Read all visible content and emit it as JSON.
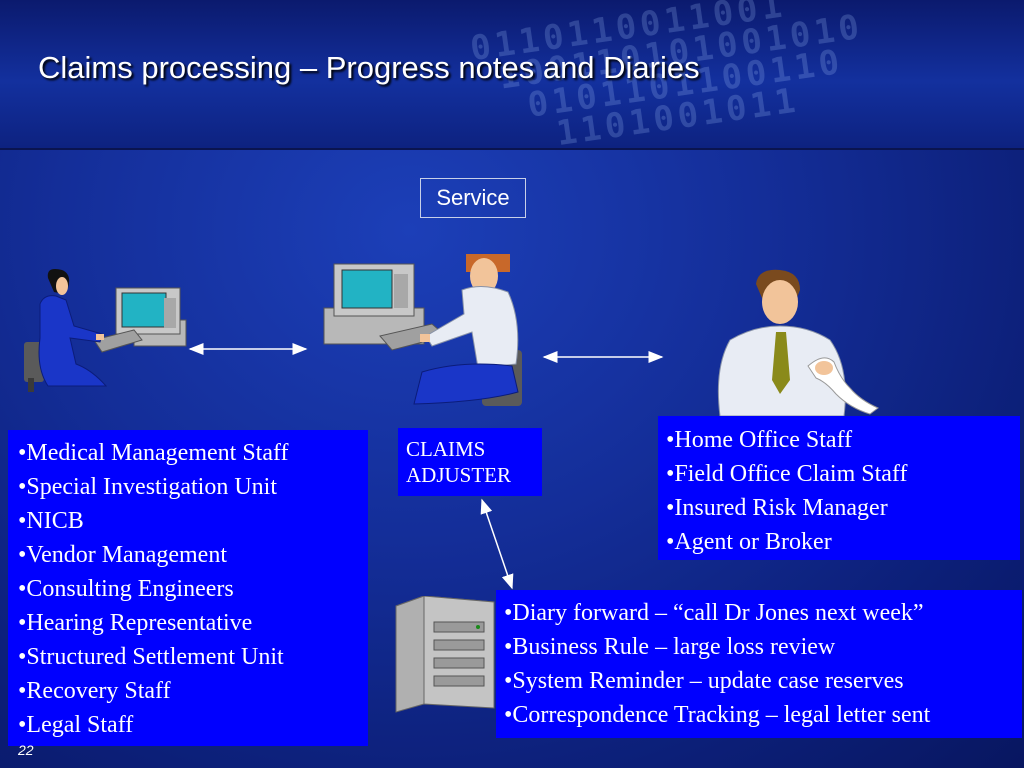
{
  "slide": {
    "title": "Claims processing – Progress notes and Diaries",
    "page_number": "22"
  },
  "service_label": "Service",
  "adjuster_label_line1": "CLAIMS",
  "adjuster_label_line2": "ADJUSTER",
  "left_list": [
    "•Medical Management Staff",
    "•Special Investigation Unit",
    "•NICB",
    "•Vendor Management",
    "•Consulting Engineers",
    "•Hearing Representative",
    "•Structured Settlement Unit",
    "•Recovery Staff",
    "•Legal Staff"
  ],
  "right_list": [
    "•Home Office Staff",
    "•Field Office Claim Staff",
    "•Insured Risk Manager",
    "•Agent or Broker"
  ],
  "bottom_list": [
    "•Diary forward – “call Dr Jones next week”",
    "•Business Rule – large loss review",
    "•System Reminder – update case reserves",
    "•Correspondence Tracking – legal letter sent"
  ],
  "colors": {
    "background": "#142e99",
    "box_fill": "#0000ff",
    "text": "#ffffff"
  },
  "icons": [
    "woman-at-computer-icon",
    "man-at-computer-icon",
    "man-reading-printout-icon",
    "server-tower-icon",
    "double-arrow-icon"
  ]
}
